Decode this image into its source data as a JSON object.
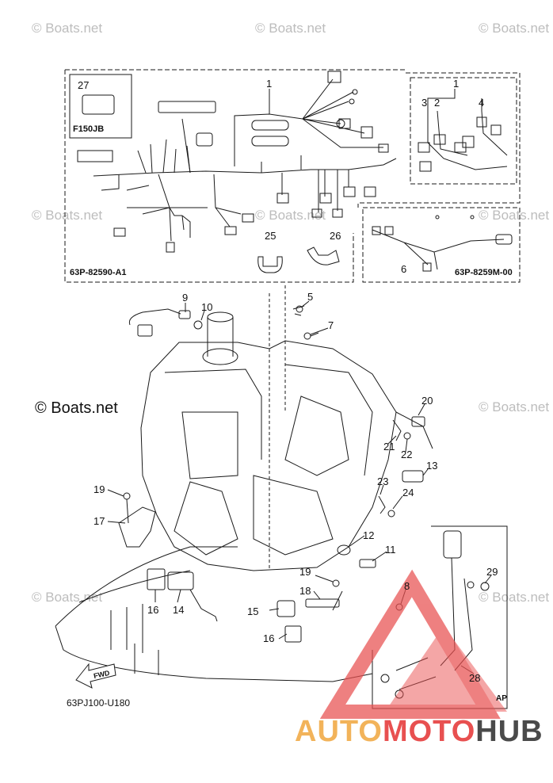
{
  "watermarks": {
    "boats_net": "© Boats.net"
  },
  "diagram": {
    "callouts": [
      "1",
      "2",
      "3",
      "4",
      "5",
      "6",
      "7",
      "8",
      "9",
      "10",
      "11",
      "12",
      "13",
      "14",
      "15",
      "16",
      "17",
      "18",
      "19",
      "20",
      "21",
      "22",
      "23",
      "24",
      "25",
      "26",
      "27",
      "28",
      "29"
    ],
    "inset_main_code": "63P-82590-A1",
    "inset_sub_code": "63P-8259M-00",
    "connector_label": "F150JB",
    "diagram_id": "63PJ100-U180",
    "fwd_label": "FWD",
    "ap_label": "AP"
  },
  "brand": {
    "part1": "AUTO",
    "part2": "MOTO",
    "part3": "HUB"
  },
  "colors": {
    "line": "#1a1a1a",
    "triangle": "#e85050",
    "triangle_light": "#f4a8a8"
  }
}
